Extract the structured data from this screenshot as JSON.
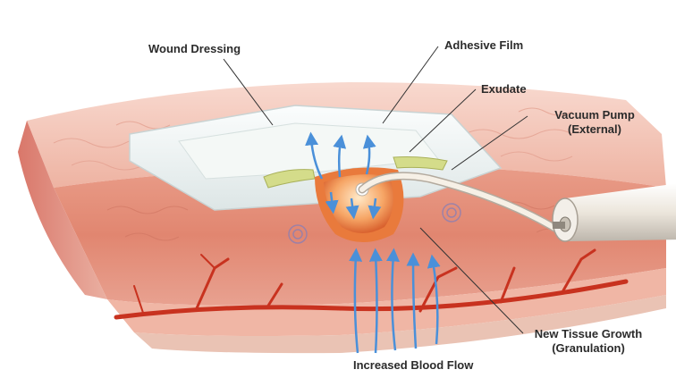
{
  "labels": {
    "wound_dressing": "Wound Dressing",
    "adhesive_film": "Adhesive Film",
    "exudate": "Exudate",
    "vacuum_pump_line1": "Vacuum Pump",
    "vacuum_pump_line2": "(External)",
    "new_tissue_line1": "New Tissue Growth",
    "new_tissue_line2": "(Granulation)",
    "blood_flow": "Increased Blood Flow"
  },
  "colors": {
    "skin_top": "#f3c4b6",
    "skin_front": "#e5907d",
    "dermis": "#ec9f8c",
    "blood_vessel": "#c8321f",
    "arrow_blue": "#4a90d9",
    "exudate": "#d4dc8a",
    "granulation": "#e97a3c",
    "dressing": "#eef3f3",
    "tube": "#f4ede3"
  }
}
